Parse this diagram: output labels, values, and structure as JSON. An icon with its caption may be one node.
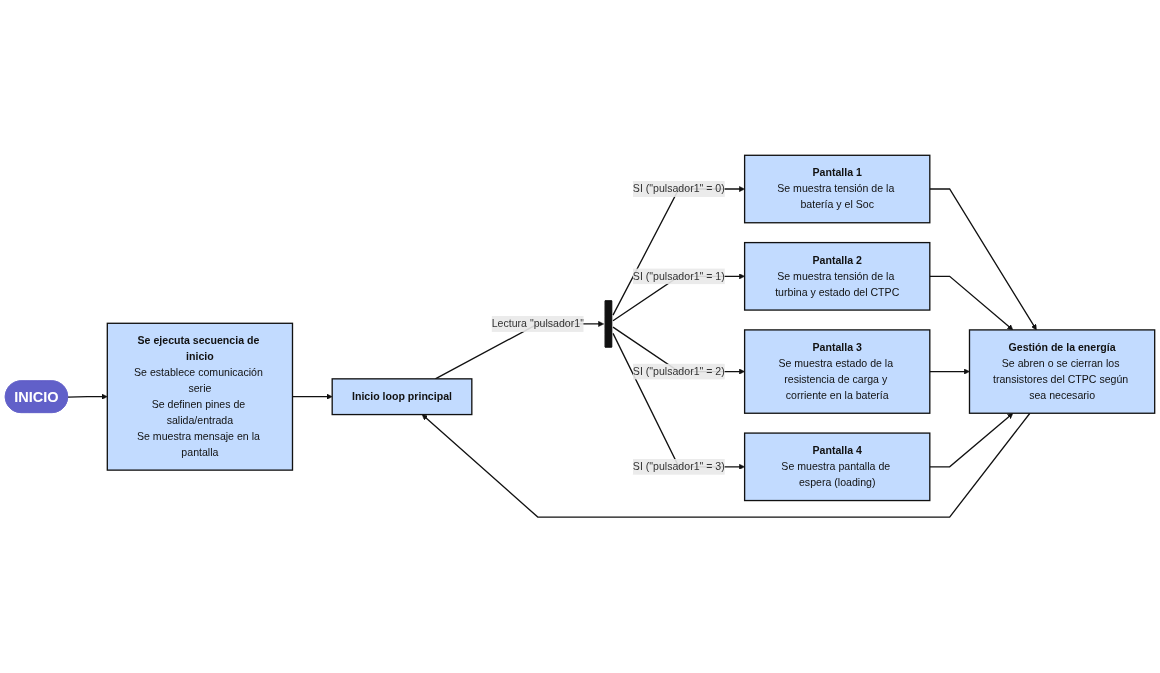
{
  "diagram": {
    "nodes": [
      {
        "text": [
          "INICIO"
        ]
      },
      {
        "text": [
          "Se ejecuta secuencia de inicio",
          "Se establece comunicación serie",
          "Se definen pines de salida/entrada",
          "Se muestra mensaje en la pantalla"
        ]
      },
      {
        "text": [
          "Inicio loop principal"
        ]
      },
      {
        "text": [],
        "shape": "bar"
      },
      {
        "text": [
          "Pantalla 1",
          "Se muestra tensión de la batería y el Soc"
        ]
      },
      {
        "text": [
          "Pantalla 2",
          "Se muestra tensión de la turbina y estado del CTPC"
        ]
      },
      {
        "text": [
          "Pantalla 3",
          "Se muestra estado de la resistencia de carga y corriente en la batería"
        ]
      },
      {
        "text": [
          "Pantalla 4",
          "Se muestra pantalla de espera (loading)"
        ]
      },
      {
        "text": [
          "Gestión de la energía",
          "Se abren o se cierran los transistores del CTPC según sea necesario"
        ]
      }
    ],
    "edges": [
      {
        "from": 0,
        "to": 1,
        "arrow": "to"
      },
      {
        "from": 1,
        "to": 2,
        "arrow": "to"
      },
      {
        "from": 2,
        "to": 3,
        "arrow": "to",
        "label": "Lectura \"pulsador1\""
      },
      {
        "from": 3,
        "to": 4,
        "arrow": "to",
        "label": "SI (\"pulsador1\" = 0)"
      },
      {
        "from": 3,
        "to": 5,
        "arrow": "to",
        "label": "SI (\"pulsador1\" = 1)"
      },
      {
        "from": 3,
        "to": 6,
        "arrow": "to",
        "label": "SI (\"pulsador1\" = 2)"
      },
      {
        "from": 3,
        "to": 7,
        "arrow": "to",
        "label": "SI (\"pulsador1\" = 3)"
      },
      {
        "from": 4,
        "to": 8,
        "arrow": "to"
      },
      {
        "from": 5,
        "to": 8,
        "arrow": "to"
      },
      {
        "from": 6,
        "to": 8,
        "arrow": "to"
      },
      {
        "from": 7,
        "to": 8,
        "arrow": "to"
      },
      {
        "from": 8,
        "to": 2,
        "arrow": "to"
      }
    ]
  }
}
